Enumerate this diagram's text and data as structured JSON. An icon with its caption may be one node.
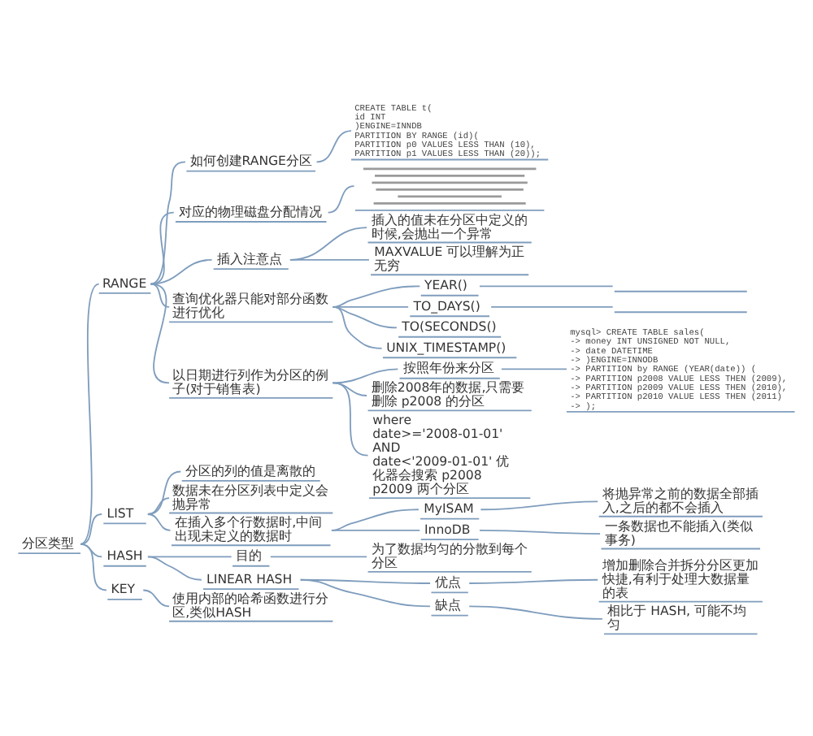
{
  "diagram": {
    "nodes": [
      {
        "text": [
          "分区类型"
        ]
      },
      {
        "text": [
          "RANGE"
        ]
      },
      {
        "text": [
          "如何创建RANGE分区"
        ]
      },
      {
        "text": [
          "CREATE TABLE t(",
          "id INT",
          ")ENGINE=INNDB",
          "PARTITION BY RANGE (id)(",
          "PARTITION p0 VALUES LESS THAN (10),",
          "PARTITION p1 VALUES LESS THAN (20));"
        ]
      },
      {
        "text": [
          "对应的物理磁盘分配情况"
        ]
      },
      {
        "text": [],
        "shape": "picture"
      },
      {
        "text": [
          "插入注意点"
        ]
      },
      {
        "text": [
          "插入的值未在分区中定义的时候,会抛出一个异常"
        ]
      },
      {
        "text": [
          "MAXVALUE 可以理解为正无穷"
        ]
      },
      {
        "text": [
          "查询优化器只能对部分函数进行优化"
        ]
      },
      {
        "text": [
          "YEAR()"
        ]
      },
      {
        "text": [],
        "shape": "underline"
      },
      {
        "text": [
          "TO_DAYS()"
        ]
      },
      {
        "text": [],
        "shape": "underline"
      },
      {
        "text": [
          "TO(SECONDS()"
        ]
      },
      {
        "text": [
          "UNIX_TIMESTAMP()"
        ]
      },
      {
        "text": [
          "以日期进行列作为分区的例子(对于销售表)"
        ]
      },
      {
        "text": [
          "按照年份来分区"
        ]
      },
      {
        "text": [
          "mysql> CREATE TABLE sales(",
          "-> money INT UNSIGNED NOT NULL,",
          "-> date DATETIME",
          "-> )ENGINE=INNODB",
          "-> PARTITION by RANGE (YEAR(date)) (",
          "-> PARTITION p2008 VALUE LESS THEN (2009),",
          "-> PARTITION p2009 VALUE LESS THEN (2010),",
          "-> PARTITION p2010 VALUE LESS THEN (2011)",
          "-> );"
        ]
      },
      {
        "text": [
          "删除2008年的数据,只需要删除 p2008 的分区"
        ]
      },
      {
        "text": [
          "where date>='2008-01-01' AND date<'2009-01-01' 优化器会搜索 p2008 p2009 两个分区"
        ]
      },
      {
        "text": [
          "LIST"
        ]
      },
      {
        "text": [
          "分区的列的值是离散的"
        ]
      },
      {
        "text": [
          "数据未在分区列表中定义会抛异常"
        ]
      },
      {
        "text": [
          "在插入多个行数据时,中间出现未定义的数据时"
        ]
      },
      {
        "text": [
          "MyISAM"
        ]
      },
      {
        "text": [
          "将抛异常之前的数据全部插入,之后的都不会插入"
        ]
      },
      {
        "text": [
          "InnoDB"
        ]
      },
      {
        "text": [
          "一条数据也不能插入(类似事务)"
        ]
      },
      {
        "text": [
          "HASH"
        ]
      },
      {
        "text": [
          "目的"
        ]
      },
      {
        "text": [
          "为了数据均匀的分散到每个分区"
        ]
      },
      {
        "text": [
          "LINEAR HASH"
        ]
      },
      {
        "text": [
          "优点"
        ]
      },
      {
        "text": [
          "增加删除合并拆分分区更加快捷,有利于处理大数据量的表"
        ]
      },
      {
        "text": [
          "缺点"
        ]
      },
      {
        "text": [
          "相比于 HASH, 可能不均匀"
        ]
      },
      {
        "text": [
          "KEY"
        ]
      },
      {
        "text": [
          "使用内部的哈希函数进行分区,类似HASH"
        ]
      }
    ],
    "edges": [
      {
        "from": 0,
        "to": 1,
        "arrow": "none"
      },
      {
        "from": 1,
        "to": 2,
        "arrow": "none"
      },
      {
        "from": 2,
        "to": 3,
        "arrow": "none"
      },
      {
        "from": 1,
        "to": 4,
        "arrow": "none"
      },
      {
        "from": 4,
        "to": 5,
        "arrow": "none"
      },
      {
        "from": 1,
        "to": 6,
        "arrow": "none"
      },
      {
        "from": 6,
        "to": 7,
        "arrow": "none"
      },
      {
        "from": 6,
        "to": 8,
        "arrow": "none"
      },
      {
        "from": 1,
        "to": 9,
        "arrow": "none"
      },
      {
        "from": 9,
        "to": 10,
        "arrow": "none"
      },
      {
        "from": 10,
        "to": 11,
        "arrow": "none"
      },
      {
        "from": 9,
        "to": 12,
        "arrow": "none"
      },
      {
        "from": 12,
        "to": 13,
        "arrow": "none"
      },
      {
        "from": 9,
        "to": 14,
        "arrow": "none"
      },
      {
        "from": 9,
        "to": 15,
        "arrow": "none"
      },
      {
        "from": 1,
        "to": 16,
        "arrow": "none"
      },
      {
        "from": 16,
        "to": 17,
        "arrow": "none"
      },
      {
        "from": 17,
        "to": 18,
        "arrow": "none"
      },
      {
        "from": 16,
        "to": 19,
        "arrow": "none"
      },
      {
        "from": 16,
        "to": 20,
        "arrow": "none"
      },
      {
        "from": 0,
        "to": 21,
        "arrow": "none"
      },
      {
        "from": 21,
        "to": 22,
        "arrow": "none"
      },
      {
        "from": 21,
        "to": 23,
        "arrow": "none"
      },
      {
        "from": 21,
        "to": 24,
        "arrow": "none"
      },
      {
        "from": 24,
        "to": 25,
        "arrow": "none"
      },
      {
        "from": 25,
        "to": 26,
        "arrow": "none"
      },
      {
        "from": 24,
        "to": 27,
        "arrow": "none"
      },
      {
        "from": 27,
        "to": 28,
        "arrow": "none"
      },
      {
        "from": 0,
        "to": 29,
        "arrow": "none"
      },
      {
        "from": 29,
        "to": 30,
        "arrow": "none"
      },
      {
        "from": 30,
        "to": 31,
        "arrow": "none"
      },
      {
        "from": 29,
        "to": 32,
        "arrow": "none"
      },
      {
        "from": 32,
        "to": 33,
        "arrow": "none"
      },
      {
        "from": 33,
        "to": 34,
        "arrow": "none"
      },
      {
        "from": 32,
        "to": 35,
        "arrow": "none"
      },
      {
        "from": 35,
        "to": 36,
        "arrow": "none"
      },
      {
        "from": 0,
        "to": 37,
        "arrow": "none"
      },
      {
        "from": 37,
        "to": 38,
        "arrow": "none"
      }
    ]
  }
}
